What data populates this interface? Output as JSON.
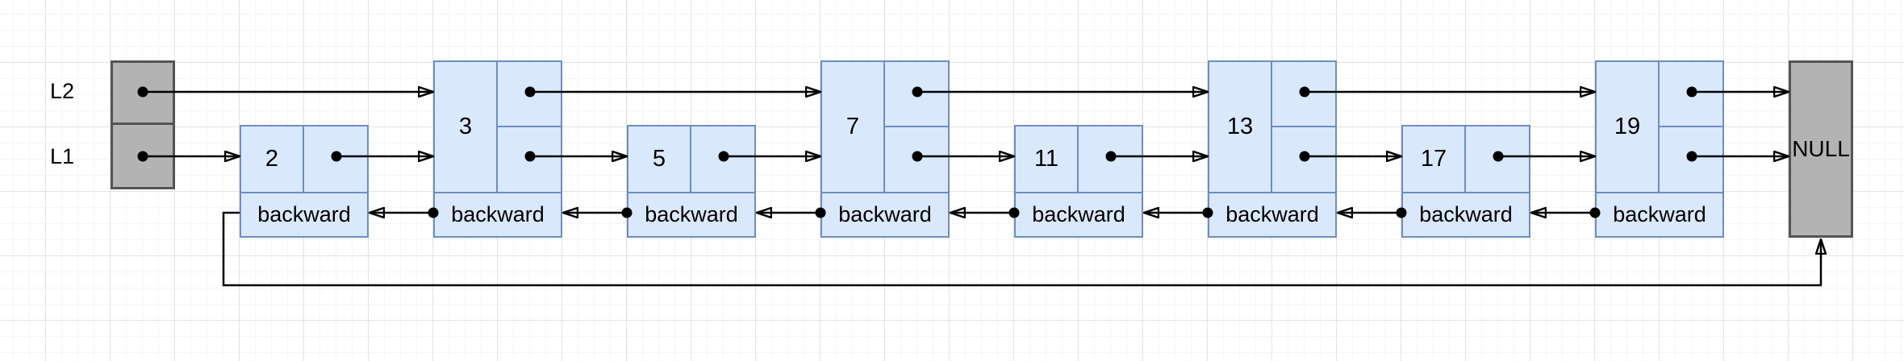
{
  "legend": {
    "l2": "L2",
    "l1": "L1"
  },
  "head": {
    "levels": [
      "L2",
      "L1"
    ]
  },
  "nodes": [
    {
      "value": "2",
      "levels": [
        "L1"
      ]
    },
    {
      "value": "3",
      "levels": [
        "L1",
        "L2"
      ]
    },
    {
      "value": "5",
      "levels": [
        "L1"
      ]
    },
    {
      "value": "7",
      "levels": [
        "L1",
        "L2"
      ]
    },
    {
      "value": "11",
      "levels": [
        "L1"
      ]
    },
    {
      "value": "13",
      "levels": [
        "L1",
        "L2"
      ]
    },
    {
      "value": "17",
      "levels": [
        "L1"
      ]
    },
    {
      "value": "19",
      "levels": [
        "L1",
        "L2"
      ]
    }
  ],
  "pointer_labels": {
    "backward": "backward"
  },
  "terminator": {
    "label": "NULL"
  },
  "colors": {
    "node_fill": "#dae8fc",
    "node_border": "#6c8ebf",
    "gray_fill": "#b3b3b3",
    "gray_border": "#545454",
    "arrow": "#000000",
    "grid_minor": "#f5f5f5",
    "grid_major": "#e2e2e2"
  }
}
